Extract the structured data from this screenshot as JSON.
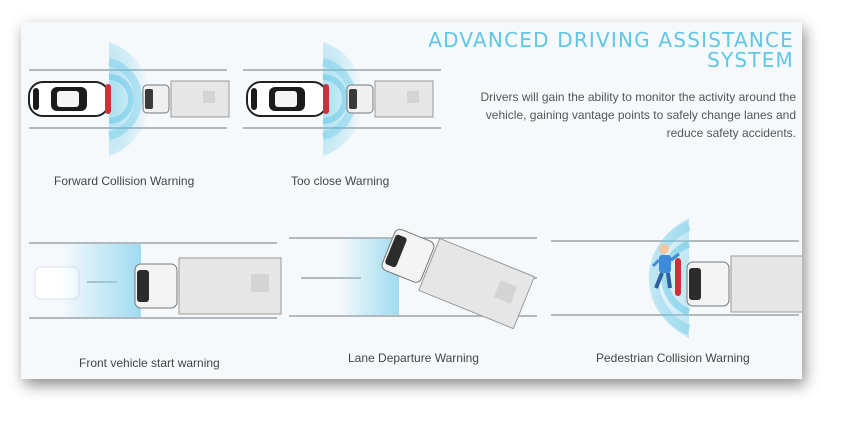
{
  "header": {
    "title_line1": "ADVANCED DRIVING ASSISTANCE",
    "title_line2": "SYSTEM",
    "description": "Drivers will gain the ability to monitor the activity around the vehicle, gaining vantage points to safely change lanes and reduce safety accidents."
  },
  "panels": {
    "forward_collision": "Forward Collision Warning",
    "too_close": "Too close Warning",
    "front_vehicle_start": "Front vehicle start warning",
    "lane_departure": "Lane Departure Warning",
    "pedestrian_collision": "Pedestrian Collision Warning"
  },
  "colors": {
    "accent": "#5fc6e6",
    "warning_red": "#d0303a",
    "road_line": "#9aa3aa",
    "truck_body": "#e6e6e6"
  }
}
